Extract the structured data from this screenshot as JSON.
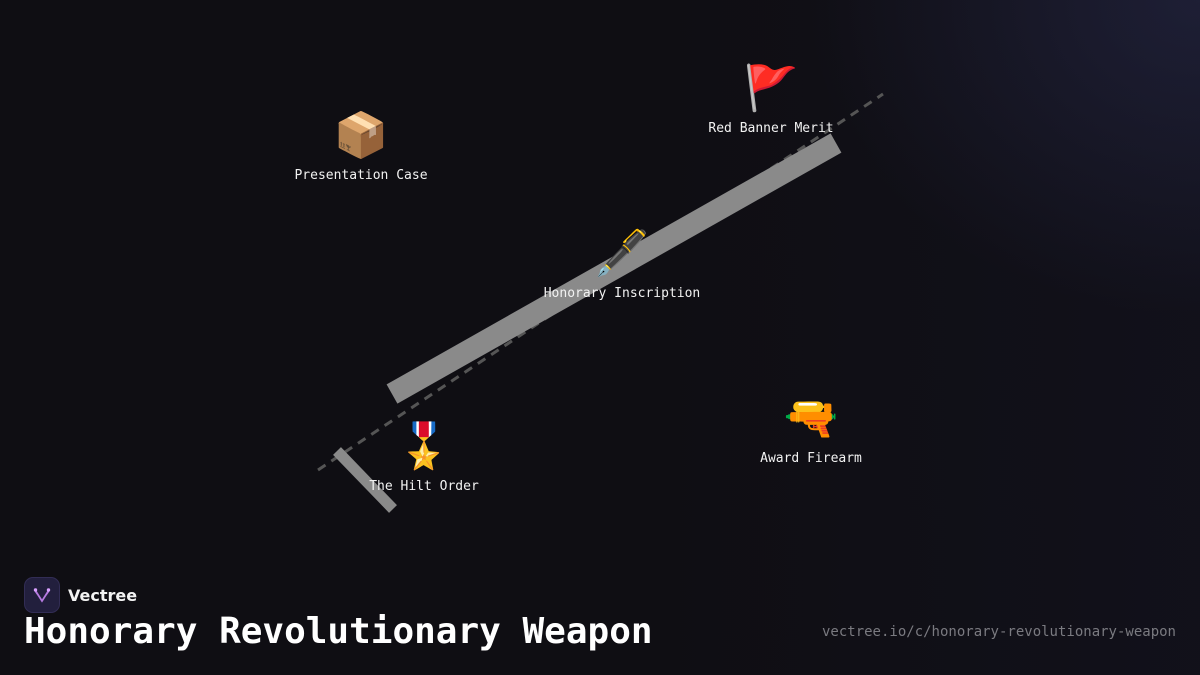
{
  "brand": {
    "name": "Vectree",
    "logo_icon": "branching-tree-icon",
    "logo_color": "#b57ae0"
  },
  "title": "Honorary Revolutionary Weapon",
  "url": "vectree.io/c/honorary-revolutionary-weapon",
  "colors": {
    "background": "#0f0e13",
    "blade": "#8a8a8a",
    "dashed_line": "#555555",
    "label": "#f2f2f2"
  },
  "nodes": [
    {
      "id": "presentation-case",
      "label": "Presentation Case",
      "icon": "📦",
      "icon_name": "package-icon"
    },
    {
      "id": "red-banner-merit",
      "label": "Red Banner Merit",
      "icon": "🚩",
      "icon_name": "red-flag-icon"
    },
    {
      "id": "honorary-inscription",
      "label": "Honorary Inscription",
      "icon": "🖋️",
      "icon_name": "fountain-pen-icon"
    },
    {
      "id": "the-hilt-order",
      "label": "The Hilt Order",
      "icon": "🎖️",
      "icon_name": "military-medal-icon"
    },
    {
      "id": "award-firearm",
      "label": "Award Firearm",
      "icon": "🔫",
      "icon_name": "pistol-icon"
    }
  ]
}
